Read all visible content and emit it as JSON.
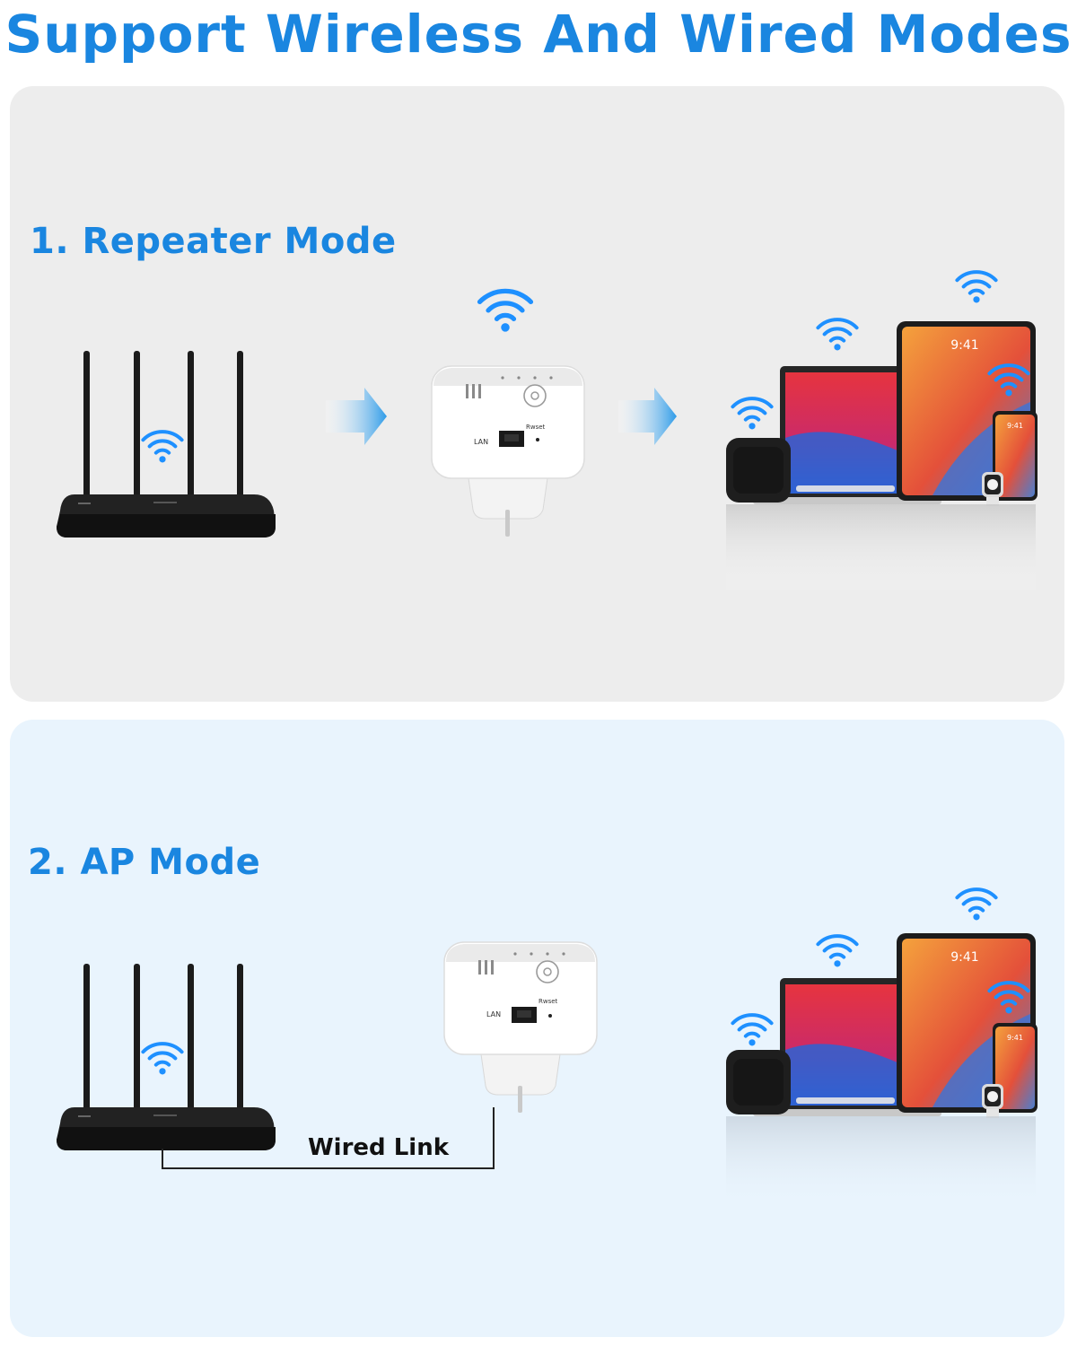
{
  "title": "Support Wireless And Wired Modes",
  "sections": [
    {
      "heading": "1. Repeater Mode"
    },
    {
      "heading": "2. AP Mode",
      "wired_label": "Wired Link"
    }
  ],
  "device": {
    "lan_label": "LAN",
    "reset_label": "Rwset"
  },
  "screen_time": "9:41",
  "icons": [
    "router-icon",
    "wifi-icon",
    "arrow-right-icon",
    "range-extender-icon",
    "laptop-icon",
    "tablet-icon",
    "phone-icon",
    "watch-icon",
    "speaker-icon"
  ],
  "colors": {
    "accent": "#1a86e0",
    "panel_gray": "#ededed",
    "panel_blue": "#e9f4fd",
    "wifi": "#1e90ff"
  }
}
